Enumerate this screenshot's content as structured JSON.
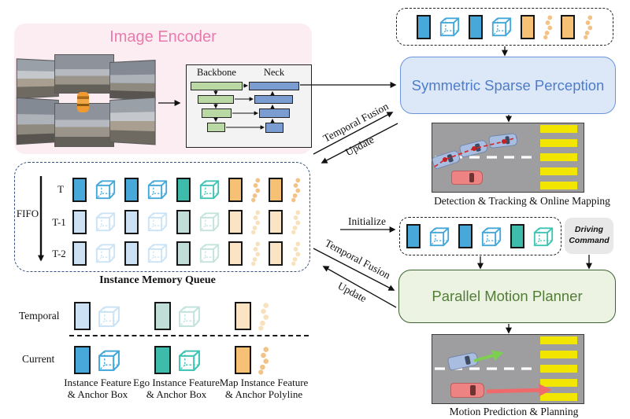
{
  "encoder": {
    "title": "Image Encoder",
    "backbone_label": "Backbone",
    "neck_label": "Neck"
  },
  "perception": {
    "label": "Symmetric Sparse Perception"
  },
  "planner": {
    "label": "Parallel Motion Planner"
  },
  "driving_command": {
    "label": "Driving\nCommand"
  },
  "memory_queue": {
    "title": "Instance Memory Queue",
    "fifo_label": "FIFO",
    "rows": [
      {
        "label": "T",
        "variant": "current"
      },
      {
        "label": "T-1",
        "variant": "temporal"
      },
      {
        "label": "T-2",
        "variant": "temporal"
      }
    ],
    "row_icons": [
      "instance-feature",
      "anchor-box",
      "instance-feature",
      "anchor-box",
      "ego-instance-feature",
      "ego-anchor-box",
      "map-instance-feature",
      "anchor-polyline",
      "map-instance-feature",
      "anchor-polyline"
    ]
  },
  "strips": {
    "perception_input": [
      "instance-feature",
      "anchor-box",
      "instance-feature",
      "anchor-box",
      "map-instance-feature",
      "anchor-polyline",
      "map-instance-feature",
      "anchor-polyline"
    ],
    "planner_init": [
      "instance-feature",
      "anchor-box",
      "instance-feature",
      "anchor-box",
      "ego-instance-feature",
      "ego-anchor-box"
    ]
  },
  "legend": {
    "rows": [
      {
        "label": "Temporal",
        "variant": "temporal"
      },
      {
        "label": "Current",
        "variant": "current"
      }
    ],
    "groups": [
      [
        "instance-feature",
        "anchor-box"
      ],
      [
        "ego-instance-feature",
        "ego-anchor-box"
      ],
      [
        "map-instance-feature",
        "anchor-polyline"
      ]
    ],
    "captions": [
      "Instance Feature\n& Anchor Box",
      "Ego Instance Feature\n& Anchor Box",
      "Map Instance Feature\n& Anchor Polyline"
    ]
  },
  "flow": {
    "temporal_fusion_top": "Temporal Fusion",
    "update_top": "Update",
    "initialize": "Initialize",
    "temporal_fusion_bottom": "Temporal Fusion",
    "update_bottom": "Update"
  },
  "scene_captions": {
    "detection": "Detection & Tracking & Online Mapping",
    "motion": "Motion Prediction & Planning"
  },
  "colors": {
    "encoder_pink": "#e87bae",
    "perception_blue": "#4e7cc9",
    "planner_green": "#527d36",
    "instance_blue": "#49a8da",
    "ego_teal": "#3dbcab",
    "map_orange": "#f6c175",
    "crosswalk_yellow": "#f2e500",
    "trajectory_red": "#d42a2a",
    "plan_arrow_green": "#7ccf4f",
    "prediction_arrow_red": "#ef6a6a"
  }
}
